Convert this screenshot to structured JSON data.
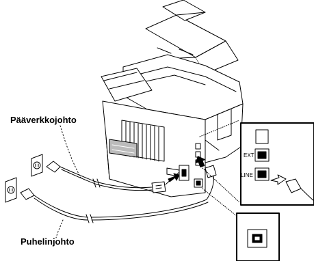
{
  "labels": {
    "power_cord": "Pääverkkojohto",
    "phone_cord": "Puhelinjohto"
  },
  "ports": {
    "ext": "EXT",
    "line": "LINE"
  },
  "colors": {
    "ink": "#000000",
    "background": "#ffffff",
    "shade": "#d9d9d9"
  }
}
